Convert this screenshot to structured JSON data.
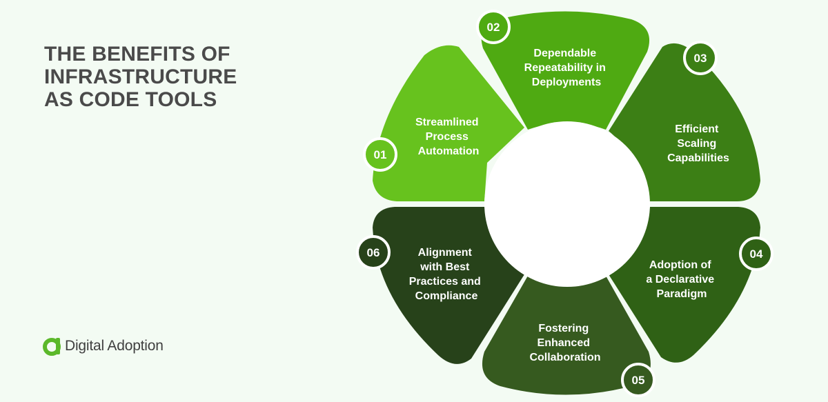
{
  "title": {
    "lines": [
      "THE BENEFITS OF",
      "INFRASTRUCTURE",
      "AS CODE TOOLS"
    ]
  },
  "brand": {
    "name": "Digital Adoption",
    "logo_color": "#5bb82a"
  },
  "segments": [
    {
      "number": "01",
      "lines": [
        "Streamlined",
        "Process",
        "Automation"
      ],
      "color": "#67c21e"
    },
    {
      "number": "02",
      "lines": [
        "Dependable",
        "Repeatability in",
        "Deployments"
      ],
      "color": "#4faa12"
    },
    {
      "number": "03",
      "lines": [
        "Efficient",
        "Scaling",
        "Capabilities"
      ],
      "color": "#3c7f15"
    },
    {
      "number": "04",
      "lines": [
        "Adoption of",
        "a Declarative",
        "Paradigm"
      ],
      "color": "#2f6115"
    },
    {
      "number": "05",
      "lines": [
        "Fostering",
        "Enhanced",
        "Collaboration"
      ],
      "color": "#365a1f"
    },
    {
      "number": "06",
      "lines": [
        "Alignment",
        "with Best",
        "Practices and",
        "Compliance"
      ],
      "color": "#27421a"
    }
  ],
  "badge_ring_color": "#ffffff"
}
